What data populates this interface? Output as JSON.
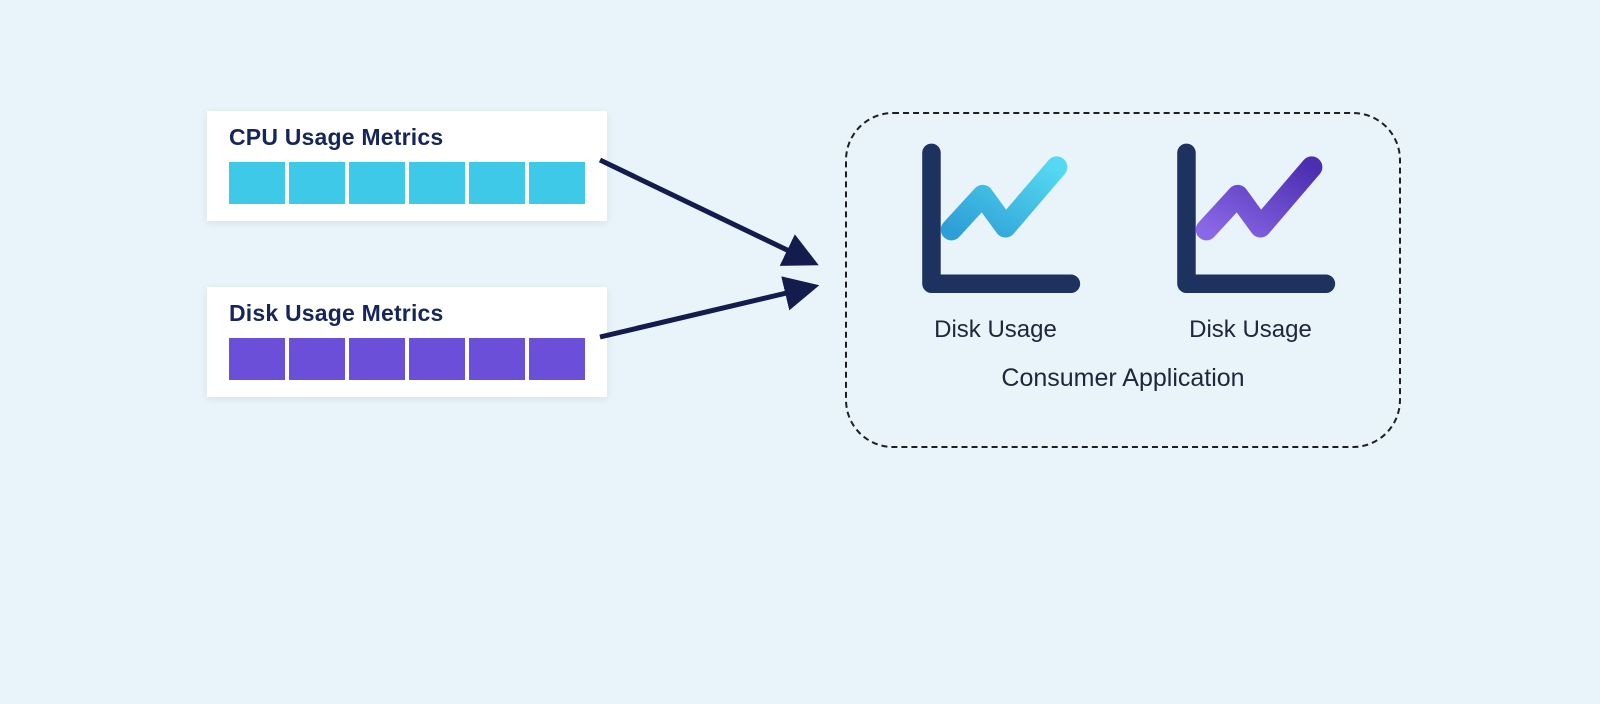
{
  "colors": {
    "background": "#E8F4F9",
    "navy": "#141B4D",
    "axis_navy": "#1E3260",
    "cyan_block": "#3EC9E8",
    "purple_block": "#6B4FD8",
    "dashed_border": "#1F1F1F"
  },
  "producers": [
    {
      "title": "CPU Usage Metrics",
      "color": "#3EC9E8",
      "block_count": 6
    },
    {
      "title": "Disk Usage Metrics",
      "color": "#6B4FD8",
      "block_count": 6
    }
  ],
  "consumer": {
    "label": "Consumer Application",
    "charts": [
      {
        "label": "Disk Usage",
        "gradient_start": "#2E9FD6",
        "gradient_end": "#55D9F2"
      },
      {
        "label": "Disk Usage",
        "gradient_start": "#8A67E6",
        "gradient_end": "#4B2FB0"
      }
    ]
  }
}
